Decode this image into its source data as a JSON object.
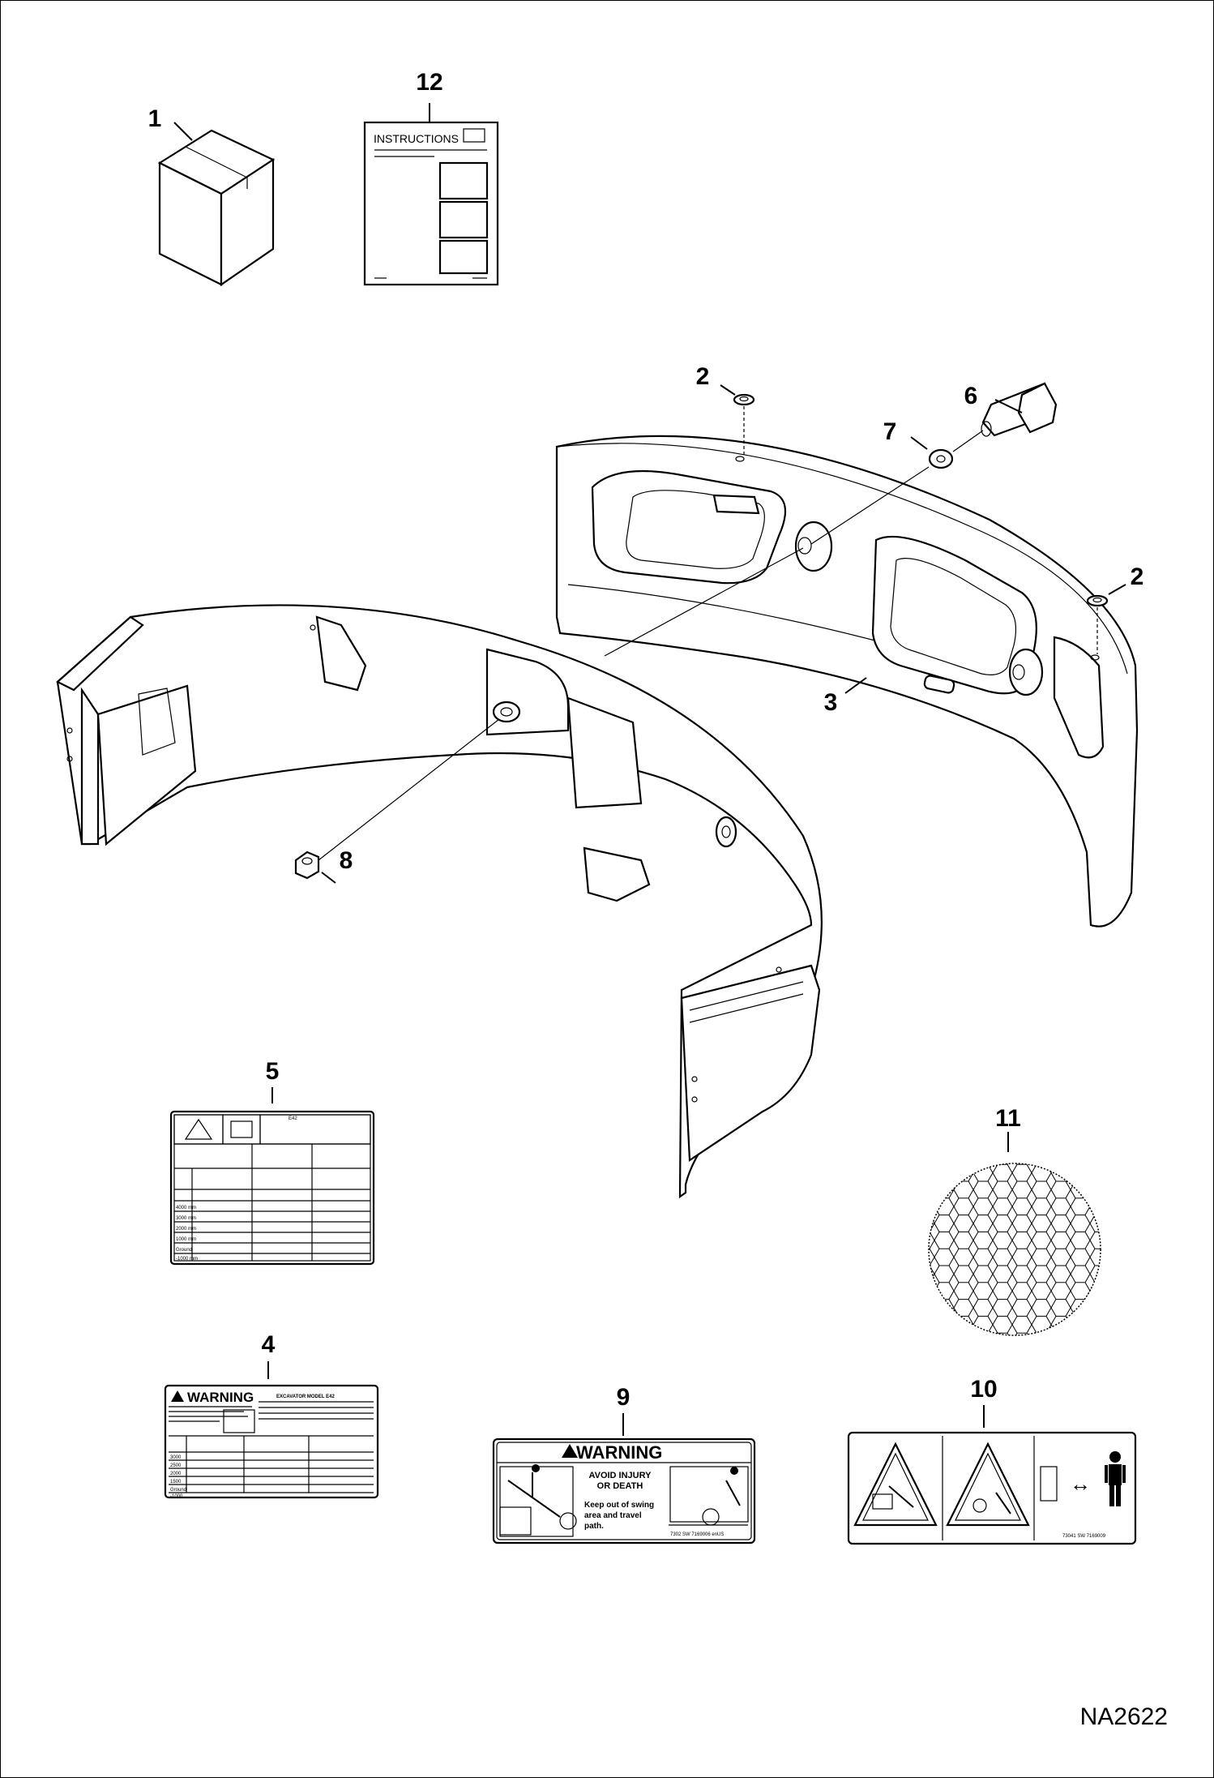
{
  "drawing_id": "NA2622",
  "callouts": {
    "c1": "1",
    "c2a": "2",
    "c2b": "2",
    "c3": "3",
    "c4": "4",
    "c5": "5",
    "c6": "6",
    "c7": "7",
    "c8": "8",
    "c9": "9",
    "c10": "10",
    "c11": "11",
    "c12": "12"
  },
  "instructions_sheet": {
    "title": "INSTRUCTIONS"
  },
  "decal_4": {
    "header": "WARNING",
    "model_heading": "EXCAVATOR MODEL E42",
    "rows": [
      "3000",
      "2500",
      "2000",
      "1500",
      "Ground",
      "-1000"
    ]
  },
  "decal_5": {
    "model": "E42",
    "rows": [
      "4000 mm",
      "3000 mm",
      "2000 mm",
      "1000 mm",
      "Ground",
      "-1000 mm"
    ]
  },
  "decal_9": {
    "header": "WARNING",
    "line1": "AVOID INJURY",
    "line2": "OR DEATH",
    "body1": "Keep out of swing",
    "body2": "area and travel",
    "body3": "path.",
    "part_numbers": "7302 SW        7169006 enUS"
  },
  "decal_10": {
    "part_numbers": "73041 SW        7169009"
  },
  "colors": {
    "ink": "#000000",
    "paper": "#ffffff"
  }
}
